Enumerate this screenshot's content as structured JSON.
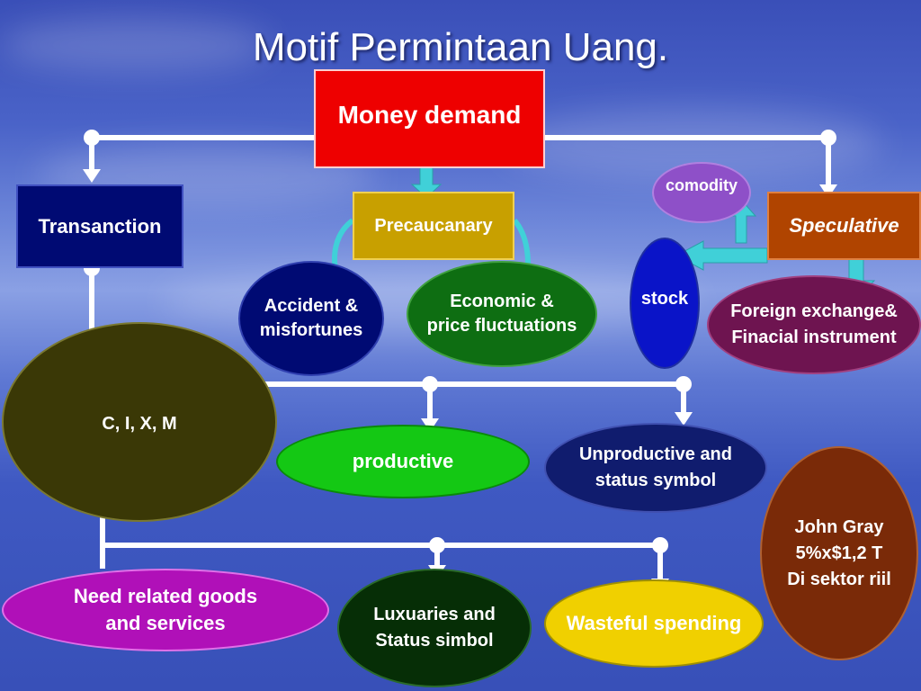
{
  "title": "Motif Permintaan Uang.",
  "nodes": {
    "money_demand": "Money demand",
    "transaction": "Transanction",
    "precautionary": "Precaucanary",
    "speculative": "Speculative",
    "comodity": "comodity",
    "stock": "stock",
    "accident_line1": "Accident &",
    "accident_line2": "misfortunes",
    "economic_line1": "Economic &",
    "economic_line2": "price fluctuations",
    "forex_line1": "Foreign exchange&",
    "forex_line2": "Finacial instrument",
    "cixm": "C, I, X, M",
    "productive": "productive",
    "unproductive_line1": "Unproductive and",
    "unproductive_line2": "status symbol",
    "john_line1": "John Gray",
    "john_line2": "5%x$1,2 T",
    "john_line3": "Di sektor riil",
    "need_line1": "Need related goods",
    "need_line2": "and services",
    "luxuries_line1": "Luxuaries and",
    "luxuries_line2": "Status simbol",
    "wasteful": "Wasteful spending"
  },
  "colors": {
    "money_demand": "#ee0000",
    "transaction": "#000a73",
    "precautionary": "#c8a000",
    "speculative": "#b04400",
    "connector": "#ffffff",
    "arrow_cyan": "#40d0d8"
  }
}
